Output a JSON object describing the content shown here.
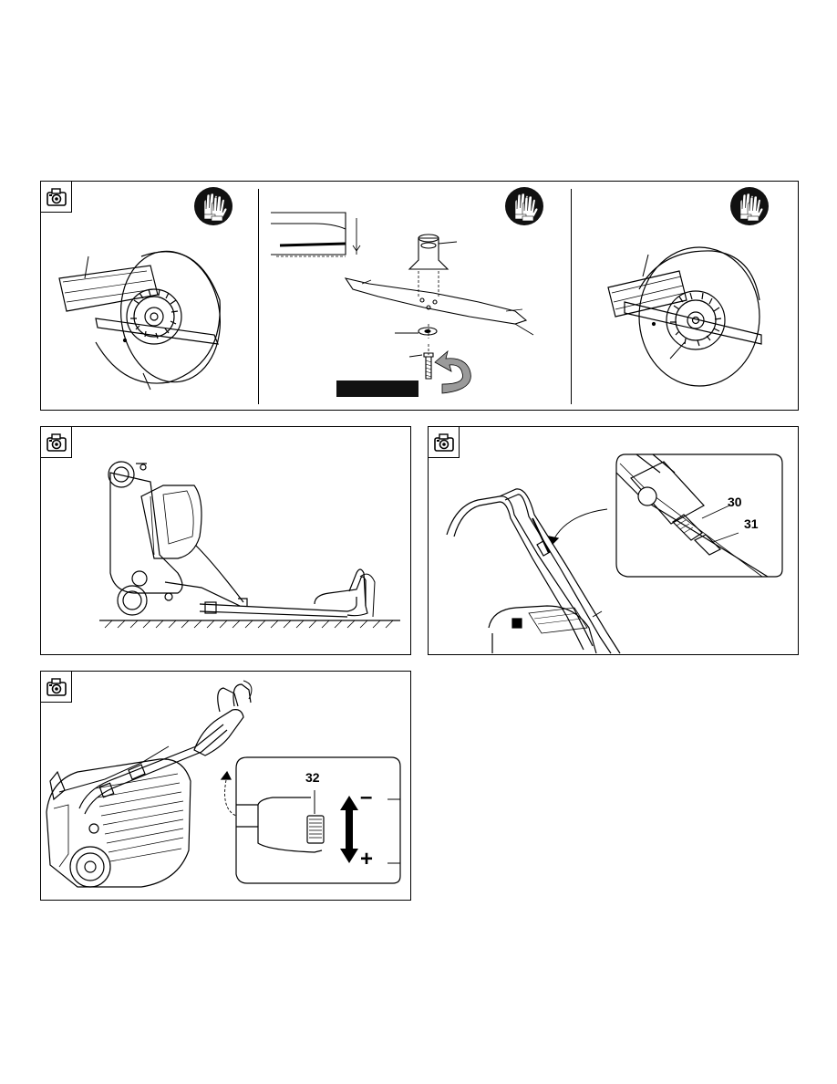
{
  "panels": {
    "blade_replacement": {
      "section": "top"
    },
    "storage": {
      "section": "middle-left"
    },
    "cable_routing": {
      "callouts": {
        "c30": "30",
        "c31": "31"
      }
    },
    "height_adjust": {
      "callouts": {
        "c32": "32"
      },
      "signs": {
        "minus": "–",
        "plus": "+"
      }
    }
  },
  "icons": {
    "camera": "camera-icon",
    "gloves": "protective-gloves-icon",
    "arrow_rotate": "rotation-arrow-icon",
    "arrow_double": "up-down-arrow-icon"
  },
  "colors": {
    "ink": "#000000",
    "glove_bg": "#111111",
    "arrow_gray": "#9a9a9a"
  }
}
